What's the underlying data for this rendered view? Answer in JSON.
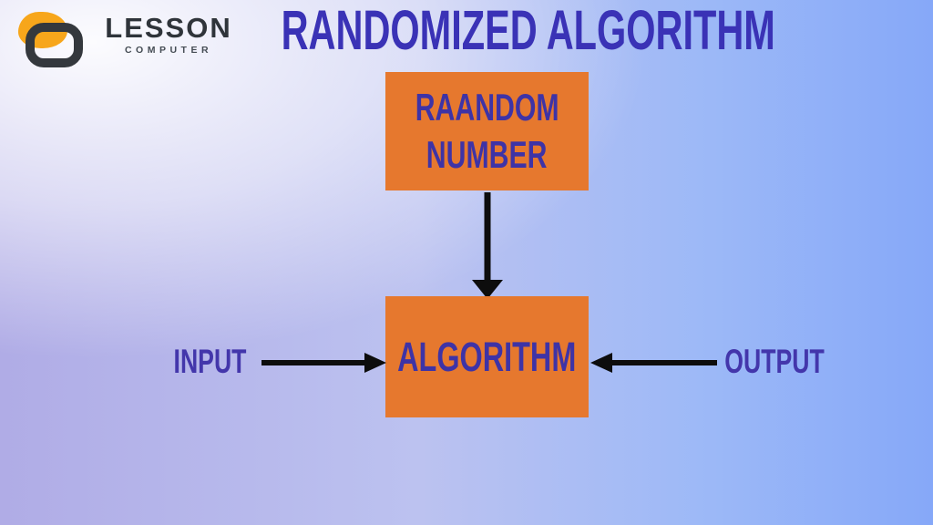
{
  "brand": {
    "name": "LESSON",
    "tagline": "COMPUTER"
  },
  "title": "RANDOMIZED ALGORITHM",
  "diagram": {
    "random_box": {
      "line1": "RAANDOM",
      "line2": "NUMBER"
    },
    "algorithm_box": {
      "label": "ALGORITHM"
    },
    "input_label": "INPUT",
    "output_label": "OUTPUT"
  },
  "icons": {
    "logo_mark": "lesson-computer-logo",
    "arrow_down": "down-arrow",
    "arrow_input": "right-arrow",
    "arrow_output": "left-arrow"
  },
  "colors": {
    "box_orange": "#e6782e",
    "title_blue": "#3a32b6",
    "box_text_blue": "#3e33a6",
    "label_blue": "#4336ab",
    "arrow_black": "#0d0d0d",
    "logo_orange": "#f7a61b",
    "logo_dark": "#34383d",
    "background_left": "#b0ace6",
    "background_right": "#86a8f8",
    "background_highlight": "#f4f6fc"
  }
}
